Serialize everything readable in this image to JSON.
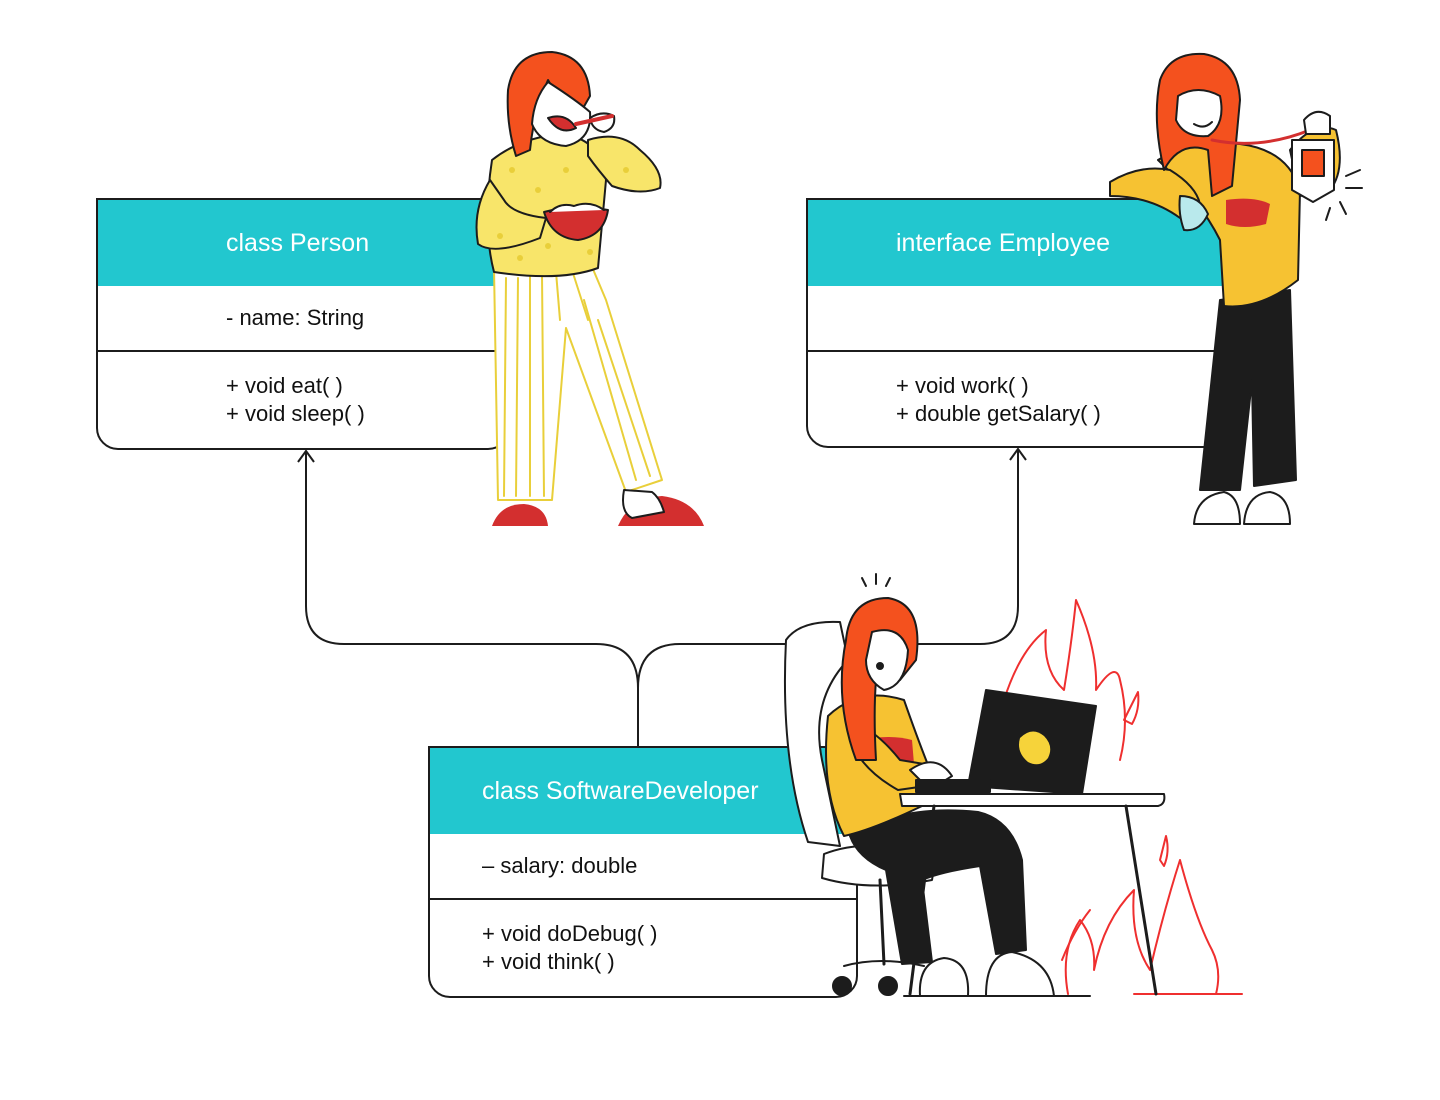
{
  "diagram": {
    "person": {
      "title": "class Person",
      "attributes": [
        "- name: String"
      ],
      "methods": [
        "+ void eat( )",
        "+ void sleep( )"
      ]
    },
    "employee": {
      "title": "interface Employee",
      "attributes": [],
      "methods": [
        "+ void work( )",
        "+ double getSalary( )"
      ]
    },
    "developer": {
      "title": "class SoftwareDeveloper",
      "attributes": [
        "– salary: double"
      ],
      "methods": [
        "+ void doDebug( )",
        "+ void think( )"
      ]
    }
  },
  "colors": {
    "header": "#22c7cf",
    "hair": "#f4511e",
    "shirt": "#f6c232",
    "pajama": "#f8e56a",
    "slipper": "#d32f2f",
    "fire": "#ef2f2f",
    "dark": "#1c1c1c"
  },
  "illustrations": [
    "eating-woman",
    "badge-woman",
    "developer-at-laptop",
    "fire"
  ]
}
